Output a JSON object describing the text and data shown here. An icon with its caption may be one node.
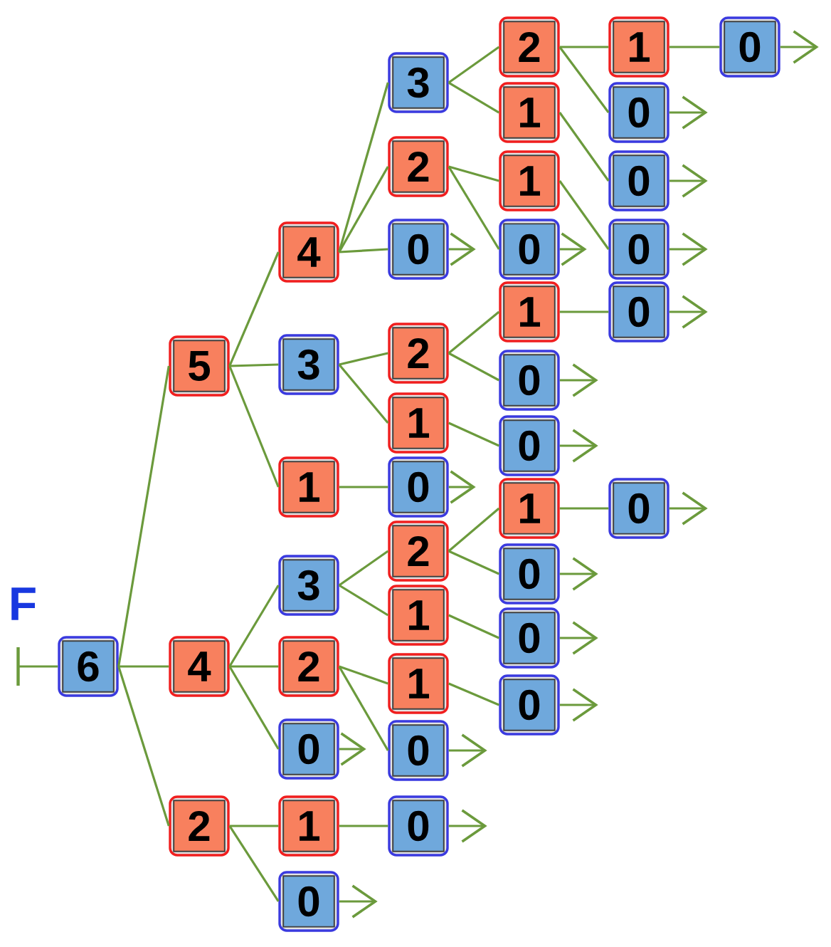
{
  "diagram": {
    "nodes": [
      {
        "text": [
          "6"
        ]
      },
      {
        "text": [
          "5"
        ]
      },
      {
        "text": [
          "4"
        ]
      },
      {
        "text": [
          "2"
        ]
      },
      {
        "text": [
          "4"
        ]
      },
      {
        "text": [
          "3"
        ]
      },
      {
        "text": [
          "1"
        ]
      },
      {
        "text": [
          "3"
        ]
      },
      {
        "text": [
          "2"
        ]
      },
      {
        "text": [
          "0"
        ]
      },
      {
        "text": [
          "1"
        ]
      },
      {
        "text": [
          "0"
        ]
      },
      {
        "text": [
          "3"
        ]
      },
      {
        "text": [
          "2"
        ]
      },
      {
        "text": [
          "0"
        ]
      },
      {
        "text": [
          "2"
        ]
      },
      {
        "text": [
          "1"
        ]
      },
      {
        "text": [
          "0"
        ]
      },
      {
        "text": [
          "2"
        ]
      },
      {
        "text": [
          "1"
        ]
      },
      {
        "text": [
          "1"
        ]
      },
      {
        "text": [
          "0"
        ]
      },
      {
        "text": [
          "0"
        ]
      },
      {
        "text": [
          "2"
        ]
      },
      {
        "text": [
          "1"
        ]
      },
      {
        "text": [
          "1"
        ]
      },
      {
        "text": [
          "0"
        ]
      },
      {
        "text": [
          "1"
        ]
      },
      {
        "text": [
          "0"
        ]
      },
      {
        "text": [
          "0"
        ]
      },
      {
        "text": [
          "1"
        ]
      },
      {
        "text": [
          "0"
        ]
      },
      {
        "text": [
          "0"
        ]
      },
      {
        "text": [
          "0"
        ]
      },
      {
        "text": [
          "1"
        ]
      },
      {
        "text": [
          "0"
        ]
      },
      {
        "text": [
          "0"
        ]
      },
      {
        "text": [
          "0"
        ]
      },
      {
        "text": [
          "0"
        ]
      },
      {
        "text": [
          "0"
        ]
      },
      {
        "text": [
          "0"
        ]
      }
    ],
    "edges": [
      {
        "from": 0,
        "to": null,
        "arrow": "other"
      },
      {
        "from": 0,
        "to": 1,
        "arrow": "none"
      },
      {
        "from": 0,
        "to": 2,
        "arrow": "none"
      },
      {
        "from": 0,
        "to": 3,
        "arrow": "none"
      },
      {
        "from": 1,
        "to": 4,
        "arrow": "none"
      },
      {
        "from": 1,
        "to": 5,
        "arrow": "none"
      },
      {
        "from": 1,
        "to": 6,
        "arrow": "none"
      },
      {
        "from": 2,
        "to": 7,
        "arrow": "none"
      },
      {
        "from": 2,
        "to": 8,
        "arrow": "none"
      },
      {
        "from": 2,
        "to": 9,
        "arrow": "none"
      },
      {
        "from": 3,
        "to": 10,
        "arrow": "none"
      },
      {
        "from": 3,
        "to": 11,
        "arrow": "none"
      },
      {
        "from": 4,
        "to": 12,
        "arrow": "none"
      },
      {
        "from": 4,
        "to": 13,
        "arrow": "none"
      },
      {
        "from": 4,
        "to": 14,
        "arrow": "none"
      },
      {
        "from": 5,
        "to": 15,
        "arrow": "none"
      },
      {
        "from": 5,
        "to": 16,
        "arrow": "none"
      },
      {
        "from": 6,
        "to": 17,
        "arrow": "none"
      },
      {
        "from": 7,
        "to": 18,
        "arrow": "none"
      },
      {
        "from": 7,
        "to": 19,
        "arrow": "none"
      },
      {
        "from": 8,
        "to": 20,
        "arrow": "none"
      },
      {
        "from": 8,
        "to": 21,
        "arrow": "none"
      },
      {
        "from": 10,
        "to": 22,
        "arrow": "none"
      },
      {
        "from": 12,
        "to": 23,
        "arrow": "none"
      },
      {
        "from": 12,
        "to": 24,
        "arrow": "none"
      },
      {
        "from": 13,
        "to": 25,
        "arrow": "none"
      },
      {
        "from": 13,
        "to": 26,
        "arrow": "none"
      },
      {
        "from": 15,
        "to": 27,
        "arrow": "none"
      },
      {
        "from": 15,
        "to": 28,
        "arrow": "none"
      },
      {
        "from": 16,
        "to": 29,
        "arrow": "none"
      },
      {
        "from": 18,
        "to": 30,
        "arrow": "none"
      },
      {
        "from": 18,
        "to": 31,
        "arrow": "none"
      },
      {
        "from": 19,
        "to": 32,
        "arrow": "none"
      },
      {
        "from": 20,
        "to": 33,
        "arrow": "none"
      },
      {
        "from": 23,
        "to": 34,
        "arrow": "none"
      },
      {
        "from": 23,
        "to": 35,
        "arrow": "none"
      },
      {
        "from": 24,
        "to": 36,
        "arrow": "none"
      },
      {
        "from": 25,
        "to": 37,
        "arrow": "none"
      },
      {
        "from": 27,
        "to": 38,
        "arrow": "none"
      },
      {
        "from": 30,
        "to": 39,
        "arrow": "none"
      },
      {
        "from": 34,
        "to": 40,
        "arrow": "none"
      },
      {
        "from": 9,
        "to": null,
        "arrow": "to"
      },
      {
        "from": 11,
        "to": null,
        "arrow": "to"
      },
      {
        "from": 14,
        "to": null,
        "arrow": "to"
      },
      {
        "from": 17,
        "to": null,
        "arrow": "to"
      },
      {
        "from": 21,
        "to": null,
        "arrow": "to"
      },
      {
        "from": 22,
        "to": null,
        "arrow": "to"
      },
      {
        "from": 26,
        "to": null,
        "arrow": "to"
      },
      {
        "from": 28,
        "to": null,
        "arrow": "to"
      },
      {
        "from": 29,
        "to": null,
        "arrow": "to"
      },
      {
        "from": 31,
        "to": null,
        "arrow": "to"
      },
      {
        "from": 32,
        "to": null,
        "arrow": "to"
      },
      {
        "from": 33,
        "to": null,
        "arrow": "to"
      },
      {
        "from": 35,
        "to": null,
        "arrow": "to"
      },
      {
        "from": 36,
        "to": null,
        "arrow": "to"
      },
      {
        "from": 37,
        "to": null,
        "arrow": "to"
      },
      {
        "from": 38,
        "to": null,
        "arrow": "to"
      },
      {
        "from": 39,
        "to": null,
        "arrow": "to"
      },
      {
        "from": 40,
        "to": null,
        "arrow": "to"
      }
    ],
    "labels": [
      "F"
    ]
  }
}
